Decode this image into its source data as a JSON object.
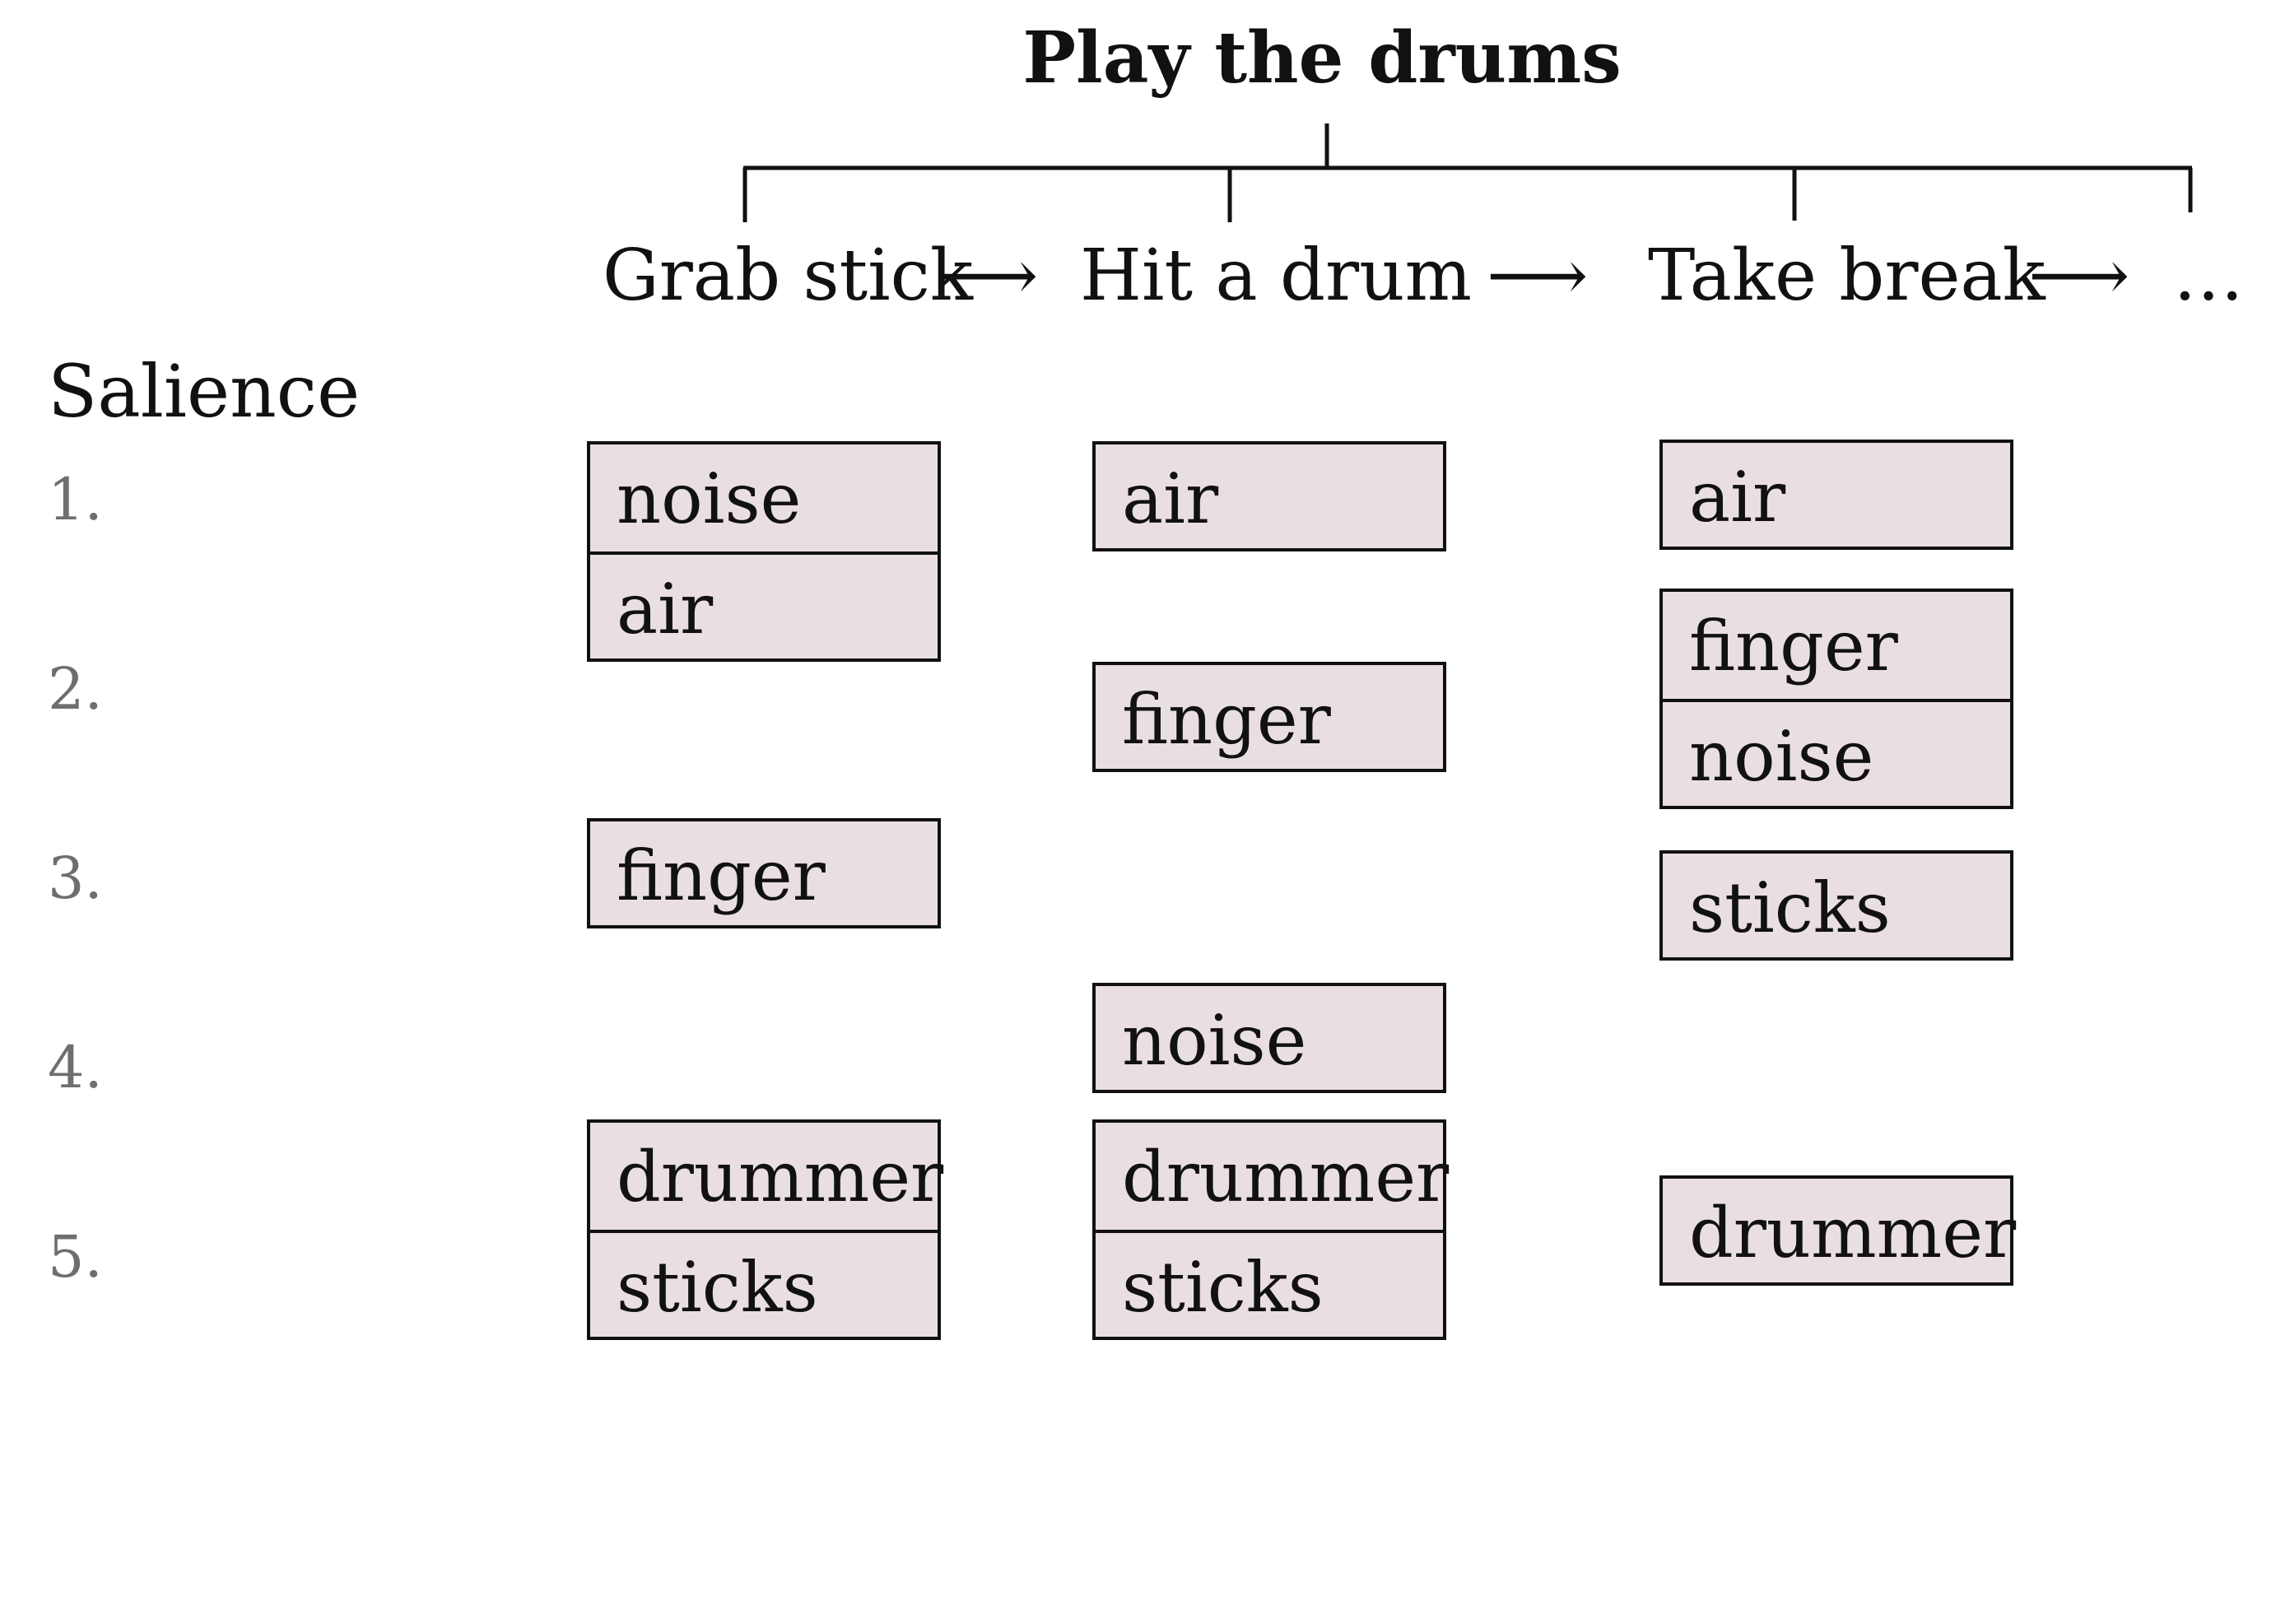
{
  "title": "Play the drums",
  "steps": [
    "Grab stick",
    "Hit a drum",
    "Take break",
    "…"
  ],
  "arrow_glyph": "⟶",
  "salience_label": "Salience",
  "ranks": [
    "1.",
    "2.",
    "3.",
    "4.",
    "5."
  ],
  "columns": [
    {
      "step": "Grab stick",
      "items": [
        "noise",
        "air",
        "finger",
        "drummer",
        "sticks"
      ]
    },
    {
      "step": "Hit a drum",
      "items": [
        "air",
        "finger",
        "noise",
        "drummer",
        "sticks"
      ]
    },
    {
      "step": "Take break",
      "items": [
        "air",
        "finger",
        "noise",
        "sticks",
        "drummer"
      ]
    }
  ],
  "colors": {
    "box_fill": "#e9dee2",
    "rank_text": "#6e6e6e",
    "line": "#111111"
  }
}
